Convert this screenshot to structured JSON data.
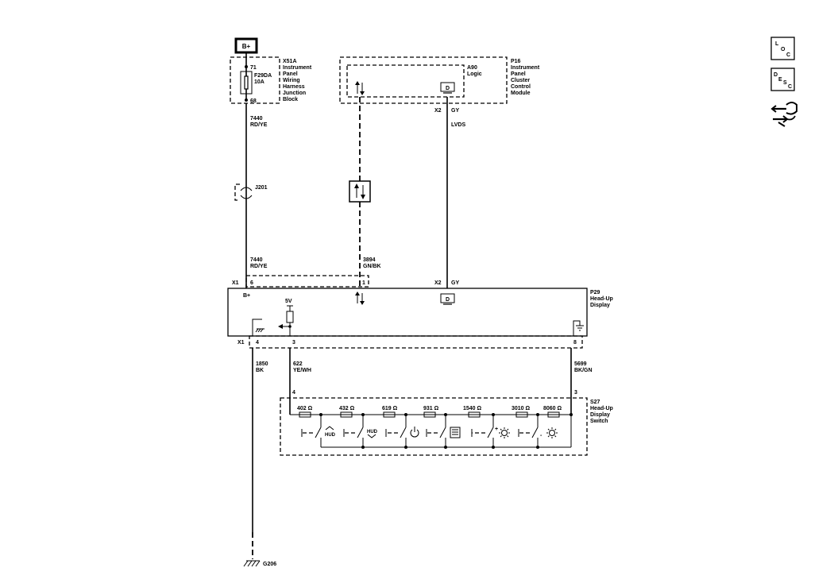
{
  "power": {
    "label": "B+"
  },
  "fuse_block": {
    "id": "X51A",
    "name": "Instrument Panel Wiring Harness Junction Block",
    "name_lines": [
      "Instrument",
      "Panel",
      "Wiring",
      "Harness",
      "Junction",
      "Block"
    ],
    "pin_in": "71",
    "pin_out": "68",
    "fuse": "F29DA",
    "rating": "10A"
  },
  "ipc": {
    "id": "P16",
    "name_lines": [
      "Instrument",
      "Panel",
      "Cluster",
      "Control",
      "Module"
    ],
    "sub_id": "A90",
    "sub_name": "Logic",
    "data_symbol": "D",
    "connector": "X2",
    "color": "GY",
    "bus": "LVDS"
  },
  "wires": {
    "power_circuit": "7440",
    "power_color": "RD/YE",
    "data_circuit": "3894",
    "data_color": "GN/BK",
    "gnd_circuit": "1850",
    "gnd_color": "BK",
    "sw_signal_circuit": "622",
    "sw_signal_color": "YE/WH",
    "sw_low_circuit": "5699",
    "sw_low_color": "BK/GN"
  },
  "splice": {
    "id": "J201"
  },
  "hud": {
    "id": "P29",
    "name_lines": [
      "Head-Up",
      "Display"
    ],
    "conn_top": "X1",
    "pin_bplus": "6",
    "pin_data": "1",
    "conn_x2": "X2",
    "x2_color": "GY",
    "label_bplus": "B+",
    "ref_voltage": "5V",
    "data_symbol": "D",
    "conn_bottom": "X1",
    "pin_gnd": "4",
    "pin_signal": "3",
    "pin_low": "8"
  },
  "switch": {
    "id": "S27",
    "name_lines": [
      "Head-Up",
      "Display",
      "Switch"
    ],
    "pin_signal": "4",
    "pin_low": "3",
    "resistors": [
      "402 Ω",
      "432 Ω",
      "619 Ω",
      "931 Ω",
      "1540 Ω",
      "3010 Ω",
      "8060 Ω"
    ],
    "hud_label": "HUD",
    "buttons": [
      "hud-up",
      "hud-down",
      "power",
      "menu",
      "brightness-up",
      "brightness-down"
    ]
  },
  "ground": {
    "id": "G206"
  },
  "side_icons": [
    {
      "name": "location-icon",
      "letters": [
        "L",
        "O",
        "C"
      ]
    },
    {
      "name": "description-icon",
      "letters": [
        "D",
        "E",
        "S",
        "C"
      ]
    },
    {
      "name": "repair-icon"
    }
  ]
}
